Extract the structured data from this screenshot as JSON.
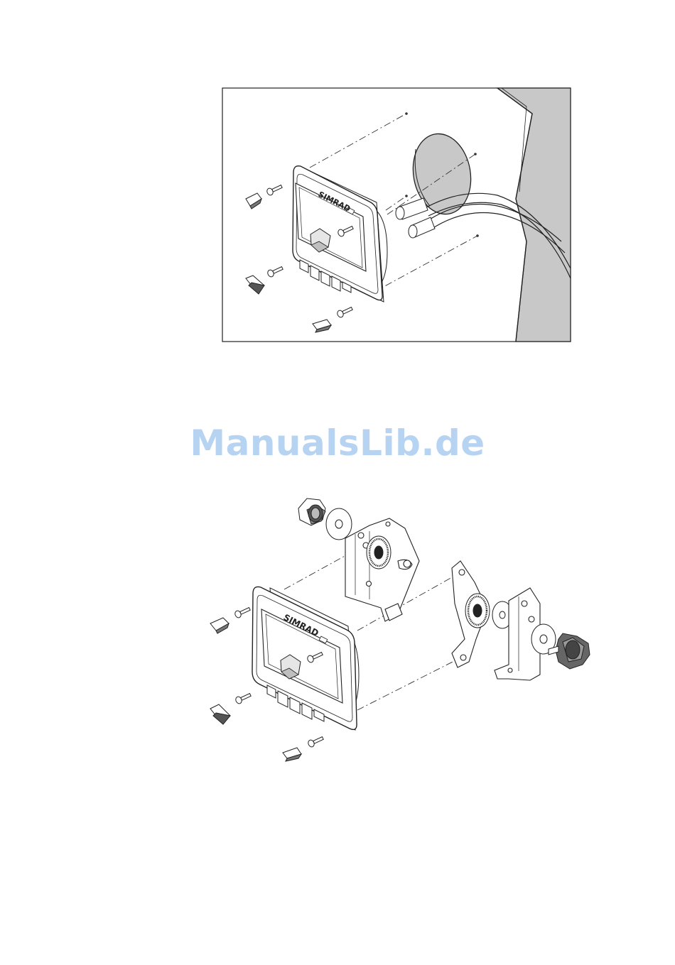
{
  "figure_panel_mount": {
    "brand_label": "SIMRAD"
  },
  "figure_bracket_mount": {
    "brand_label": "SIMRAD"
  },
  "watermark": {
    "text": "ManualsLib.de"
  }
}
